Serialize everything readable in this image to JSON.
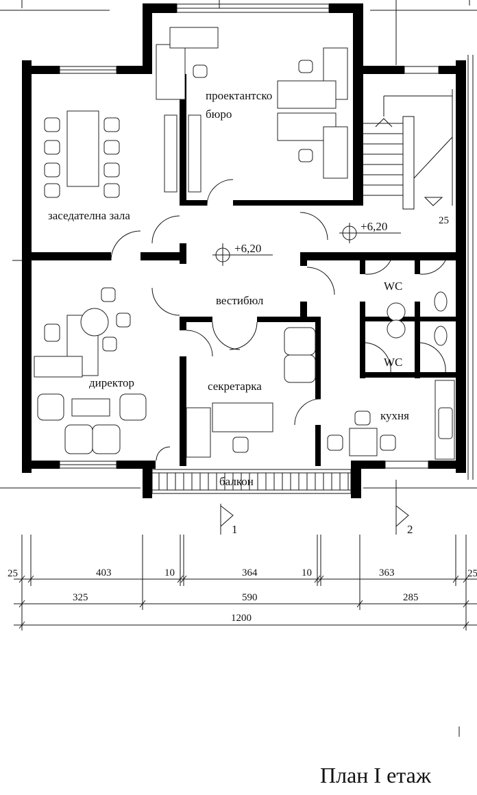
{
  "rooms": {
    "design_office_line1": "проектантско",
    "design_office_line2": "бюро",
    "meeting_room": "заседателна зала",
    "vestibule": "вестибюл",
    "director": "директор",
    "secretary": "секретарка",
    "kitchen": "кухня",
    "balcony": "балкон",
    "wc_upper": "WC",
    "wc_lower": "WC"
  },
  "levels": {
    "vestibule_level": "+6,20",
    "stair_level": "+6,20"
  },
  "section_marks": [
    "1",
    "2"
  ],
  "dimensions": {
    "stair_wall": "25",
    "row1": [
      "25",
      "403",
      "10",
      "364",
      "10",
      "363",
      "25"
    ],
    "row2": [
      "325",
      "590",
      "285"
    ],
    "row3": [
      "1200"
    ]
  },
  "title": "План I етаж"
}
